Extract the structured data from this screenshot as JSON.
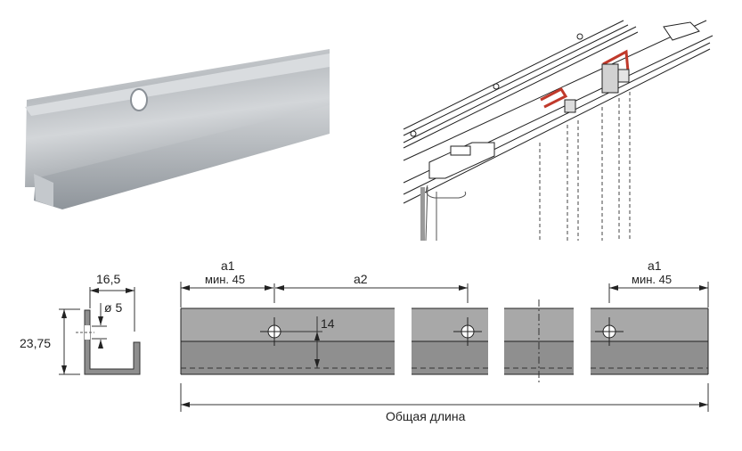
{
  "profile": {
    "width_label": "16,5",
    "height_label": "23,75",
    "hole_label": "ø 5"
  },
  "front_view": {
    "a1_left_label": "a1",
    "a1_left_min": "мин. 45",
    "a2_label": "a2",
    "a1_right_label": "a1",
    "a1_right_min": "мин. 45",
    "height_label": "14",
    "total_length_label": "Общая длина"
  },
  "colors": {
    "bar_top": "#a8a8a8",
    "bar_bottom": "#8f8f8f",
    "accent_red": "#c0392b"
  }
}
